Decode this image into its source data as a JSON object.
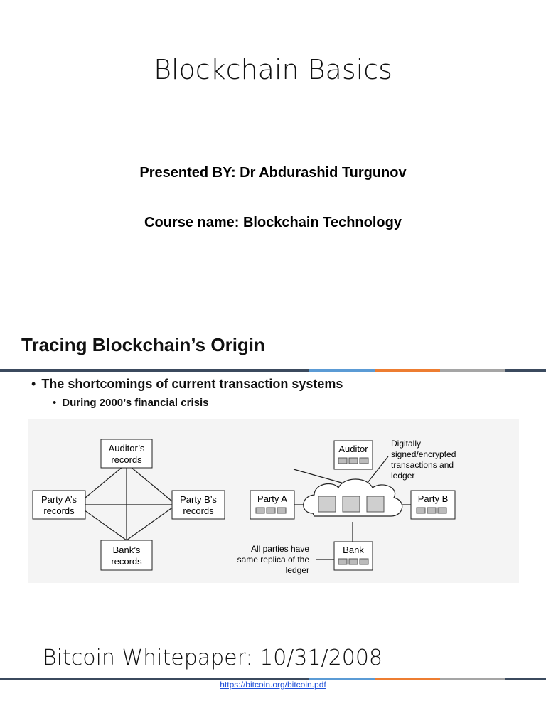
{
  "slide1": {
    "title": "Blockchain Basics",
    "presenter": "Presented BY: Dr Abdurashid Turgunov",
    "course": "Course name: Blockchain Technology"
  },
  "slide2": {
    "title": "Tracing Blockchain’s Origin",
    "bullet1": "The shortcomings of current transaction systems",
    "bullet2": "During 2000’s financial crisis",
    "bullet_glyph": "•",
    "diagram_left": {
      "auditor_line1": "Auditor’s",
      "auditor_line2": "records",
      "partyA_line1": "Party A’s",
      "partyA_line2": "records",
      "partyB_line1": "Party B’s",
      "partyB_line2": "records",
      "bank_line1": "Bank’s",
      "bank_line2": "records"
    },
    "diagram_right": {
      "auditor": "Auditor",
      "partyA": "Party A",
      "partyB": "Party B",
      "bank": "Bank",
      "note_line1": "Digitally",
      "note_line2": "signed/encrypted",
      "note_line3": "transactions and",
      "note_line4": "ledger",
      "replica_line1": "All parties have",
      "replica_line2": "same replica of the",
      "replica_line3": "ledger"
    },
    "whitepaper": "Bitcoin Whitepaper: 10/31/2008",
    "link": "https://bitcoin.org/bitcoin.pdf"
  },
  "colors": {
    "rule_dark": "#3b4a5e",
    "rule_blue": "#5b9bd5",
    "rule_orange": "#ed7d31",
    "rule_gray": "#a5a5a5",
    "link": "#1f4fd8"
  }
}
